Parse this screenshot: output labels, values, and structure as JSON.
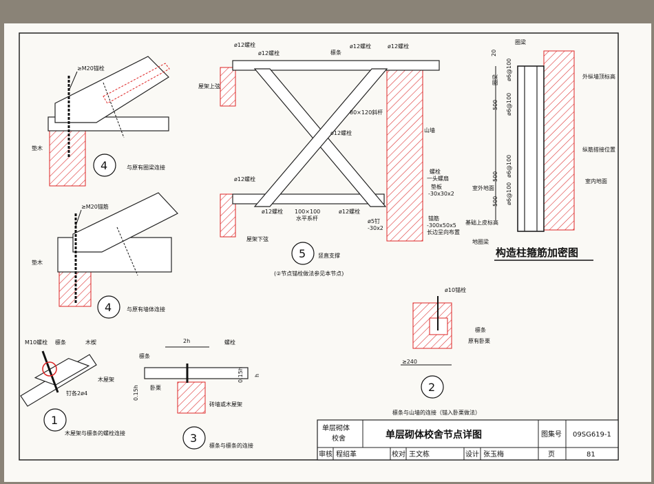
{
  "titleblock": {
    "category": "单层砌体\n校舍",
    "category_line1": "单层砌体",
    "category_line2": "校舍",
    "title": "单层砌体校舍节点详图",
    "atlas_label": "图集号",
    "atlas_no": "09SG619-1",
    "review_label": "审核",
    "reviewer": "程绍革",
    "check_label": "校对",
    "checker": "王文栋",
    "design_label": "设计",
    "designer": "张玉梅",
    "page_label": "页",
    "page_no": "81"
  },
  "detail4a": {
    "bolt": "≥M20锚栓",
    "pad": "垫木",
    "number": "4",
    "caption": "与原有圈梁连接"
  },
  "detail4b": {
    "bolt": "≥M20锚筋",
    "pad": "垫木",
    "number": "4",
    "caption": "与原有墙体连接"
  },
  "detail5": {
    "bolt1": "ø12螺栓",
    "bolt2": "ø12螺栓",
    "bolt3": "ø12螺栓",
    "bolt4": "ø12螺栓",
    "purlin": "檩条",
    "top_chord": "屋架上弦",
    "member": "80×120斜杆",
    "center_bolt": "ø12螺栓",
    "gable": "山墙",
    "bolt_left": "ø12螺栓",
    "bottom_bolt_l": "ø12螺栓",
    "bottom_bolt_r": "ø12螺栓",
    "hmember_1": "100×100",
    "hmember_2": "水平系杆",
    "bottom_chord": "屋架下弦",
    "nail_1": "ø5钉",
    "nail_2": "-30x2",
    "anchor_1": "螺栓",
    "anchor_2": "一头螺扇",
    "anchor_3": "垫板",
    "anchor_4": "-30x30x2",
    "strip_1": "锚筋",
    "strip_2": "-300x50x5",
    "strip_3": "长边呈向布置",
    "number": "5",
    "caption": "竖直支撑",
    "note": "(②节点锚栓做法参见本节点)"
  },
  "column": {
    "title": "构造柱箍筋加密图",
    "ring_beam": "圈梁",
    "ring_ep": "圈梁",
    "dim_20": "20",
    "dim_500a": "500",
    "dim_500b": "500",
    "dim_500c": "500",
    "st1": "ø6@100",
    "st2": "ø6@100",
    "st3": "ø6@100",
    "st4": "ø6@100",
    "ext_top": "外纵墙顶标高",
    "splice": "纵筋搭接位置",
    "outdoor": "室外地面",
    "indoor": "室内地面",
    "foundation": "基础上皮标高",
    "ground_beam": "地圈梁"
  },
  "detail1": {
    "bolt": "M10螺栓",
    "purlin": "檩条",
    "wood": "木楔",
    "truss": "木屋架",
    "nail": "钉各2ø4",
    "number": "1",
    "caption": "木屋架与檩条的螺栓连接"
  },
  "detail3": {
    "dim": "2h",
    "bolt": "螺栓",
    "purlin": "檩条",
    "hard": "卧栗",
    "h015a": "0.15h",
    "h015b": "0.15h",
    "h": "h",
    "support": "砖墙或木屋架",
    "number": "3",
    "caption": "檩条与檩条的连接"
  },
  "detail2": {
    "bolt": "ø10锚栓",
    "purlin": "檩条",
    "beam": "原有卧栗",
    "dim": "≥240",
    "number": "2",
    "caption": "檩条与山墙的连接（锚入卧栗做法）"
  }
}
